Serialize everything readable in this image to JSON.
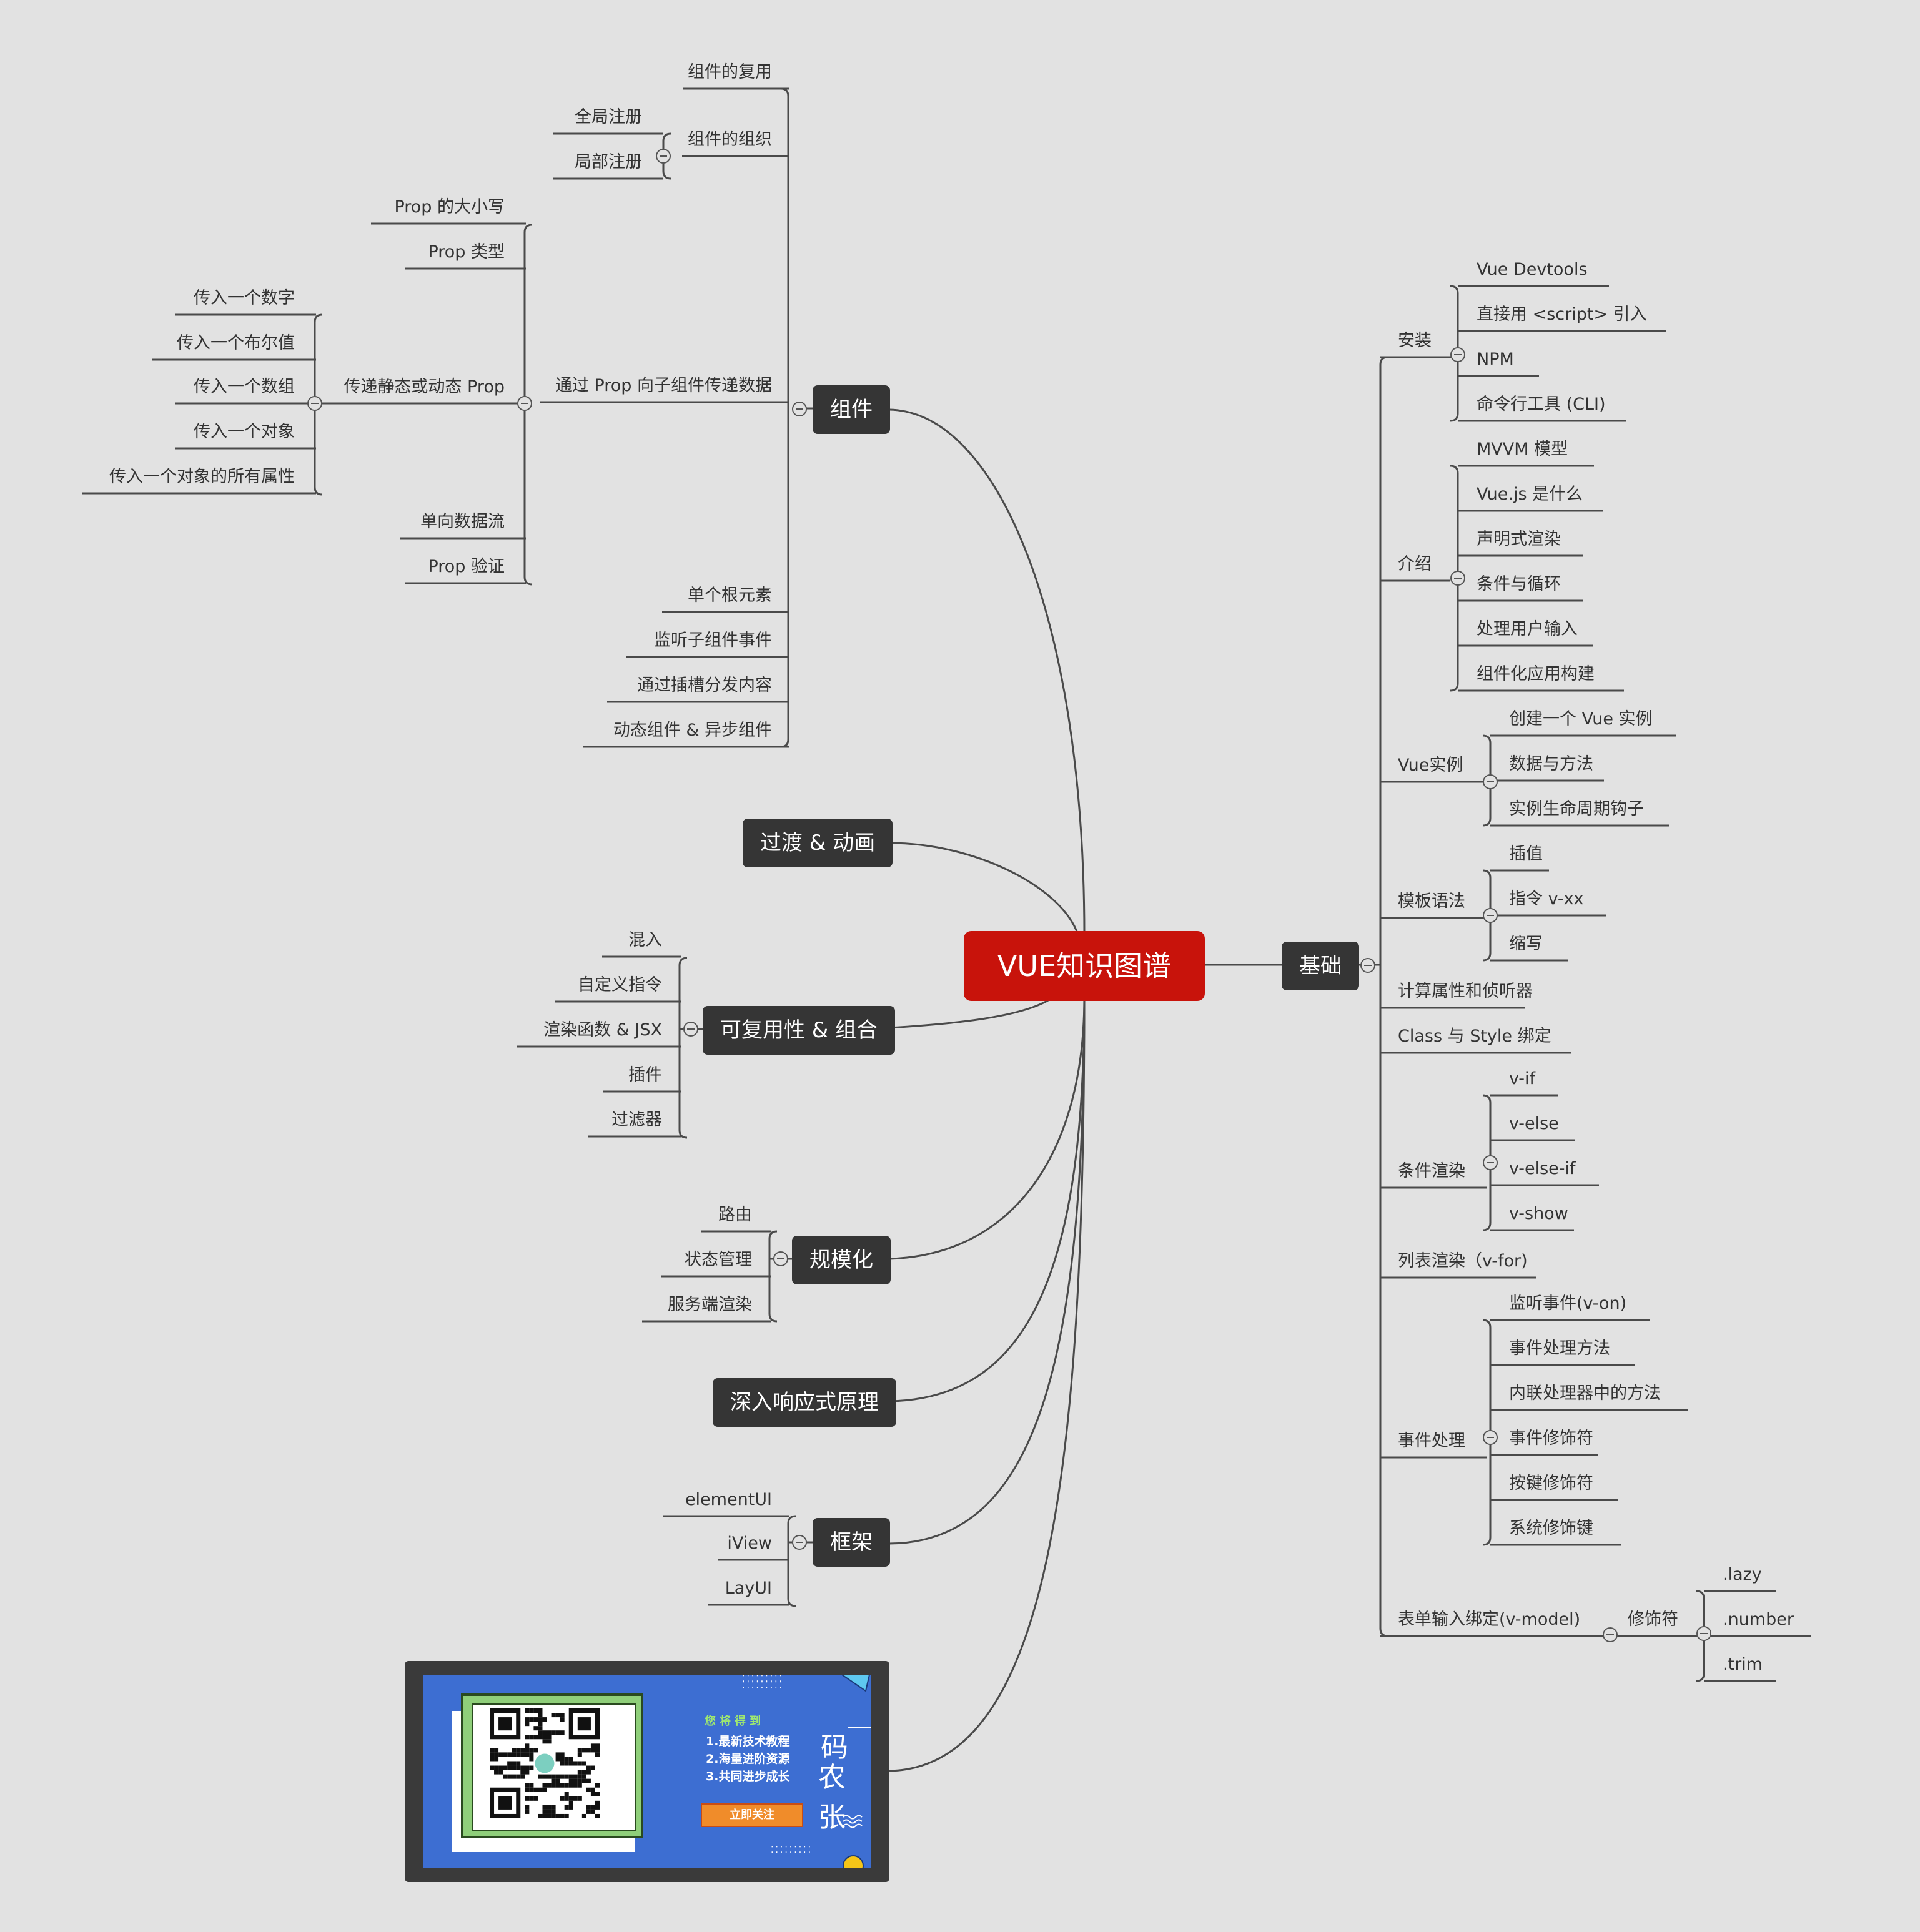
{
  "root": {
    "label": "VUE知识图谱",
    "color": "#c8130b"
  },
  "colors": {
    "background": "#e2e2e2",
    "node": "#353535",
    "line": "#4a4a4a"
  },
  "branches": {
    "components": "组件",
    "transition": "过渡 & 动画",
    "reuse": "可复用性 & 组合",
    "scale": "规模化",
    "reactivity": "深入响应式原理",
    "framework": "框架",
    "basics": "基础"
  },
  "components": {
    "reuse": "组件的复用",
    "org": "组件的组织",
    "org_children": [
      "全局注册",
      "局部注册"
    ],
    "prop": "通过 Prop 向子组件传递数据",
    "prop_children": [
      "Prop 的大小写",
      "Prop 类型",
      "传递静态或动态 Prop",
      "单向数据流",
      "Prop 验证"
    ],
    "prop_static_children": [
      "传入一个数字",
      "传入一个布尔值",
      "传入一个数组",
      "传入一个对象",
      "传入一个对象的所有属性"
    ],
    "others": [
      "单个根元素",
      "监听子组件事件",
      "通过插槽分发内容",
      "动态组件 & 异步组件"
    ]
  },
  "reuse_children": [
    "混入",
    "自定义指令",
    "渲染函数 & JSX",
    "插件",
    "过滤器"
  ],
  "scale_children": [
    "路由",
    "状态管理",
    "服务端渲染"
  ],
  "framework_children": [
    "elementUI",
    "iView",
    "LayUI"
  ],
  "basics": {
    "install": "安装",
    "install_children": [
      "Vue Devtools",
      "直接用 <script> 引入",
      "NPM",
      "命令行工具 (CLI)"
    ],
    "intro": "介绍",
    "intro_children": [
      "MVVM 模型",
      "Vue.js 是什么",
      "声明式渲染",
      "条件与循环",
      "处理用户输入",
      "组件化应用构建"
    ],
    "instance": "Vue实例",
    "instance_children": [
      "创建一个 Vue 实例",
      "数据与方法",
      "实例生命周期钩子"
    ],
    "template": "模板语法",
    "template_children": [
      "插值",
      "指令 v-xx",
      "缩写"
    ],
    "computed": "计算属性和侦听器",
    "class_style": "Class 与 Style 绑定",
    "conditional": "条件渲染",
    "conditional_children": [
      "v-if",
      "v-else",
      "v-else-if",
      "v-show"
    ],
    "list": "列表渲染（v-for)",
    "events": "事件处理",
    "events_children": [
      "监听事件(v-on)",
      "事件处理方法",
      "内联处理器中的方法",
      "事件修饰符",
      "按键修饰符",
      "系统修饰键"
    ],
    "form": "表单输入绑定(v-model)",
    "modifier": "修饰符",
    "modifier_children": [
      ".lazy",
      ".number",
      ".trim"
    ]
  },
  "ad": {
    "title": "您将得到",
    "lines": [
      "1.最新技术教程",
      "2.海量进阶资源",
      "3.共同进步成长"
    ],
    "brand_top": "码",
    "brand_bottom": "农张",
    "button": "立即关注",
    "colors": {
      "panel": "#3d6ed2",
      "green": "#8fcf7a",
      "button": "#f08c2a"
    }
  }
}
